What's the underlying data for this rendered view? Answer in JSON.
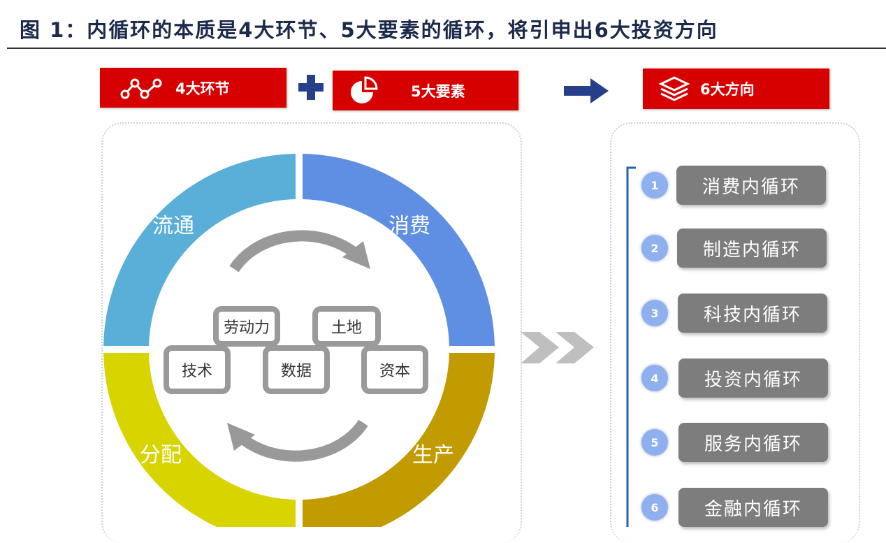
{
  "title": "图 1：内循环的本质是4大环节、5大要素的循环，将引申出6大投资方向",
  "headers": {
    "links": "4大环节",
    "elements": "5大要素",
    "directions": "6大方向"
  },
  "ring": [
    "流通",
    "消费",
    "分配",
    "生产"
  ],
  "factors": [
    "劳动力",
    "土地",
    "技术",
    "数据",
    "资本"
  ],
  "directions": [
    {
      "n": "1",
      "label": "消费内循环"
    },
    {
      "n": "2",
      "label": "制造内循环"
    },
    {
      "n": "3",
      "label": "科技内循环"
    },
    {
      "n": "4",
      "label": "投资内循环"
    },
    {
      "n": "5",
      "label": "服务内循环"
    },
    {
      "n": "6",
      "label": "金融内循环"
    }
  ],
  "colors": {
    "red": "#d60000",
    "circulation": "#5aafd8",
    "consumption": "#5f8fe2",
    "distribution": "#d8d400",
    "production": "#c29b00"
  }
}
